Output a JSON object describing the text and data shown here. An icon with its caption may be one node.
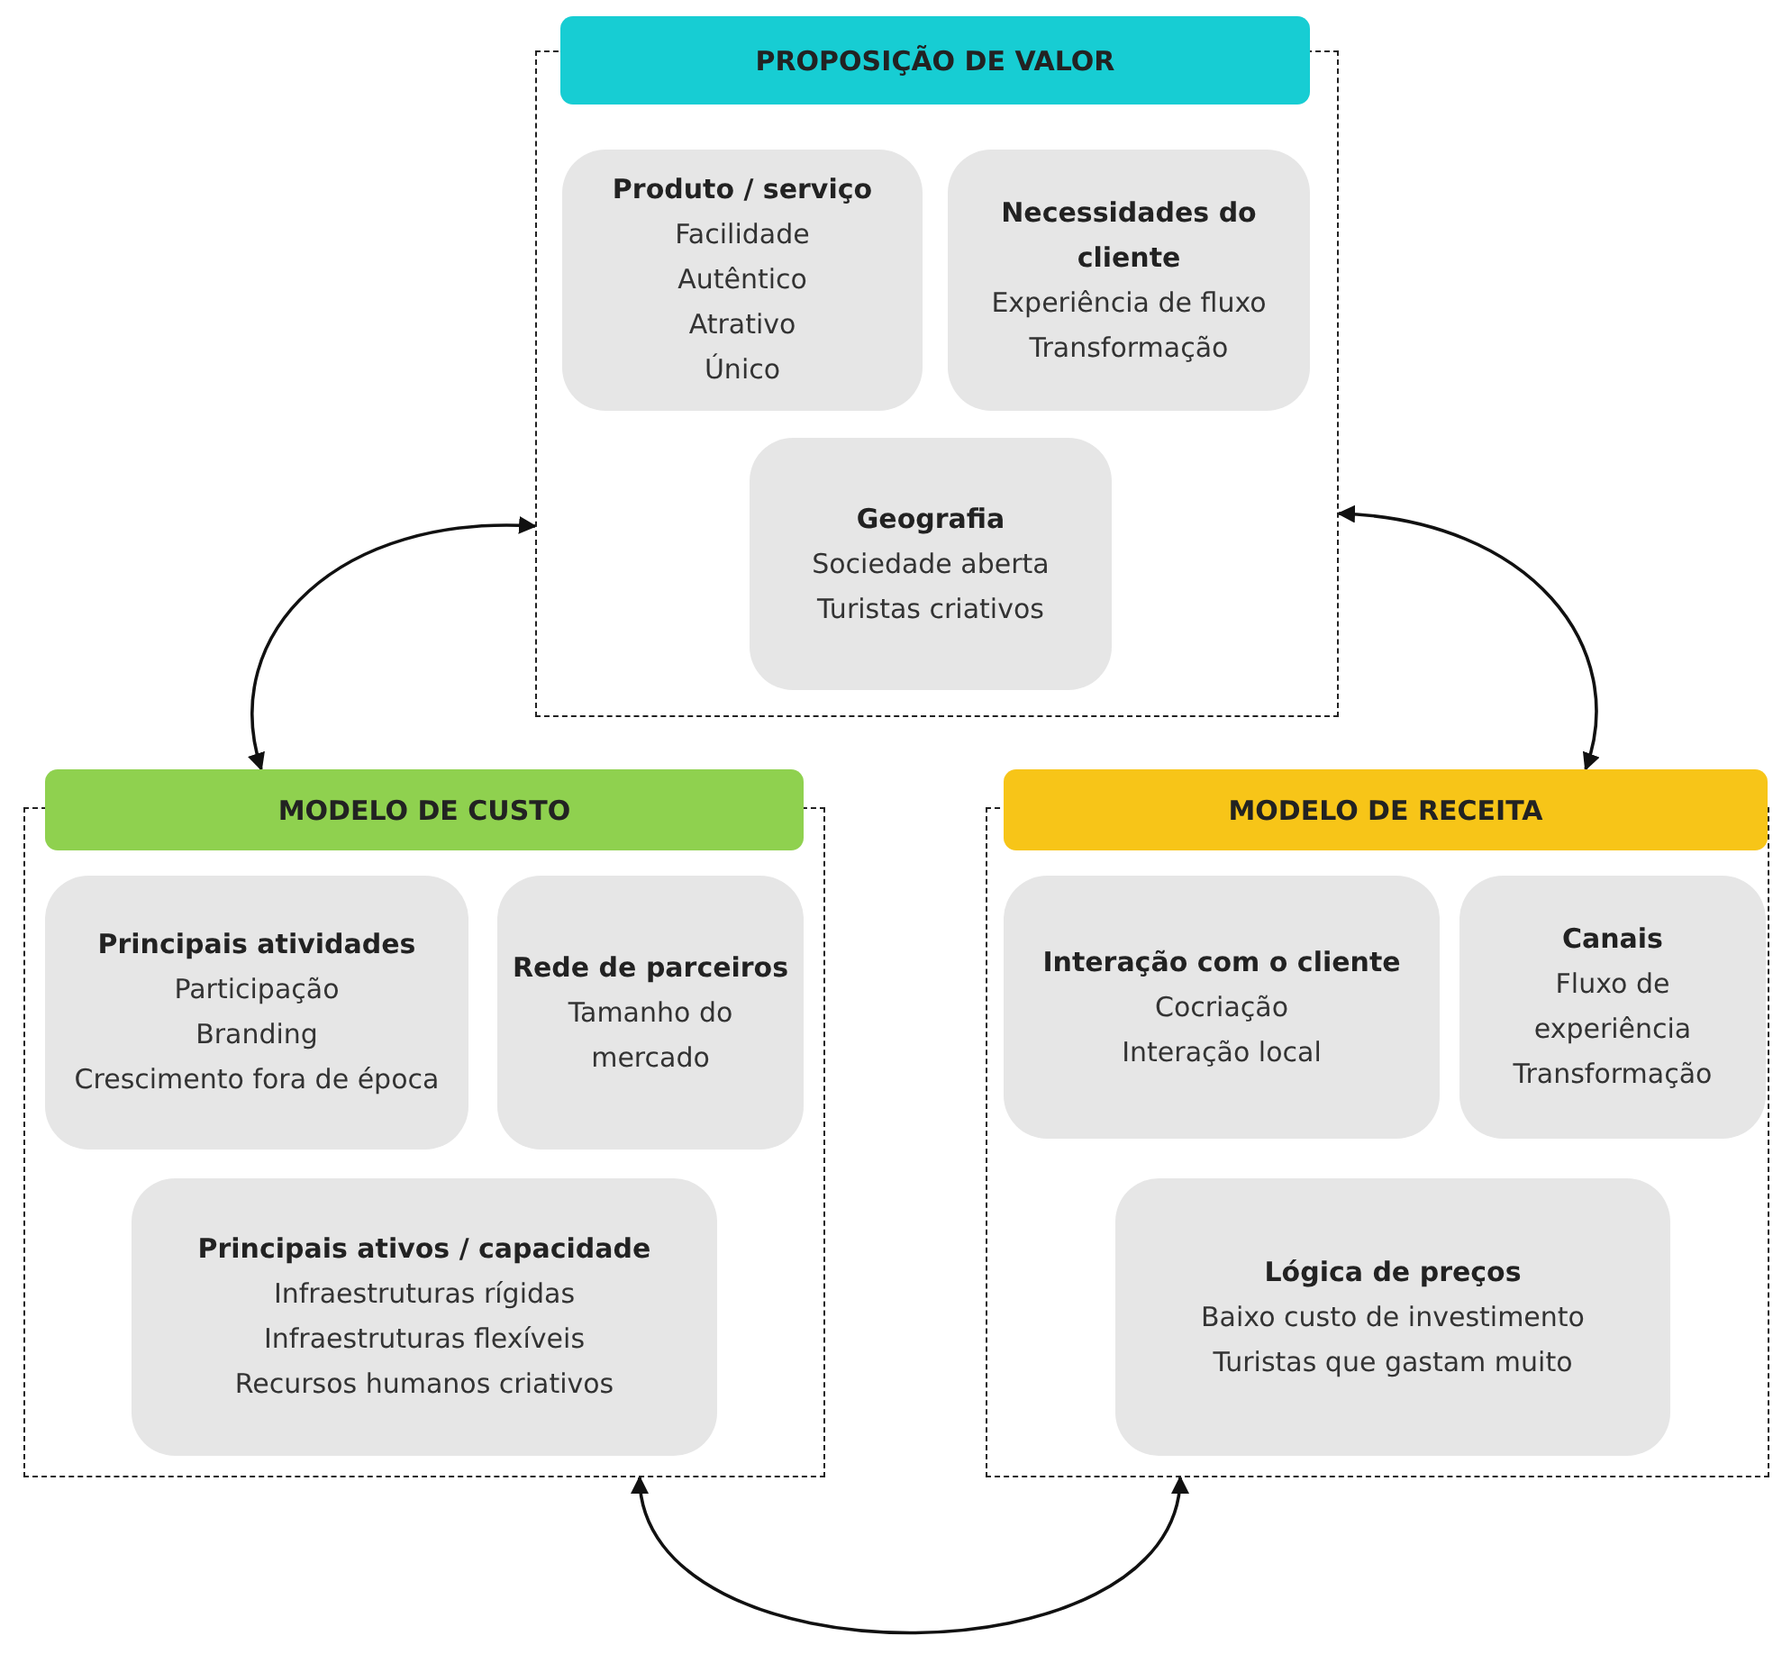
{
  "diagram": {
    "nodes": [
      {
        "text": [
          "PROPOSIÇÃO DE VALOR"
        ]
      },
      {
        "text": [
          "Produto / serviço",
          "Facilidade",
          "Autêntico",
          "Atrativo",
          "Único"
        ],
        "in": 0
      },
      {
        "text": [
          "Necessidades do cliente",
          "Experiência de fluxo",
          "Transformação"
        ],
        "in": 0
      },
      {
        "text": [
          "Geografia",
          "Sociedade aberta",
          "Turistas criativos"
        ],
        "in": 0
      },
      {
        "text": [
          "MODELO DE CUSTO"
        ]
      },
      {
        "text": [
          "Principais atividades",
          "Participação",
          "Branding",
          "Crescimento fora de época"
        ],
        "in": 4
      },
      {
        "text": [
          "Rede de parceiros",
          "Tamanho do mercado"
        ],
        "in": 4
      },
      {
        "text": [
          "Principais ativos / capacidade",
          "Infraestruturas rígidas",
          "Infraestruturas flexíveis",
          "Recursos humanos criativos"
        ],
        "in": 4
      },
      {
        "text": [
          "MODELO DE RECEITA"
        ]
      },
      {
        "text": [
          "Interação com o cliente",
          "Cocriação",
          "Interação local"
        ],
        "in": 8
      },
      {
        "text": [
          "Canais",
          "Fluxo de experiência",
          "Transformação"
        ],
        "in": 8
      },
      {
        "text": [
          "Lógica de preços",
          "Baixo custo de investimento",
          "Turistas que gastam muito"
        ],
        "in": 8
      }
    ],
    "edges": [
      {
        "from": 0,
        "to": 4,
        "arrow": "both"
      },
      {
        "from": 0,
        "to": 8,
        "arrow": "both"
      },
      {
        "from": 4,
        "to": 8,
        "arrow": "both"
      }
    ]
  }
}
